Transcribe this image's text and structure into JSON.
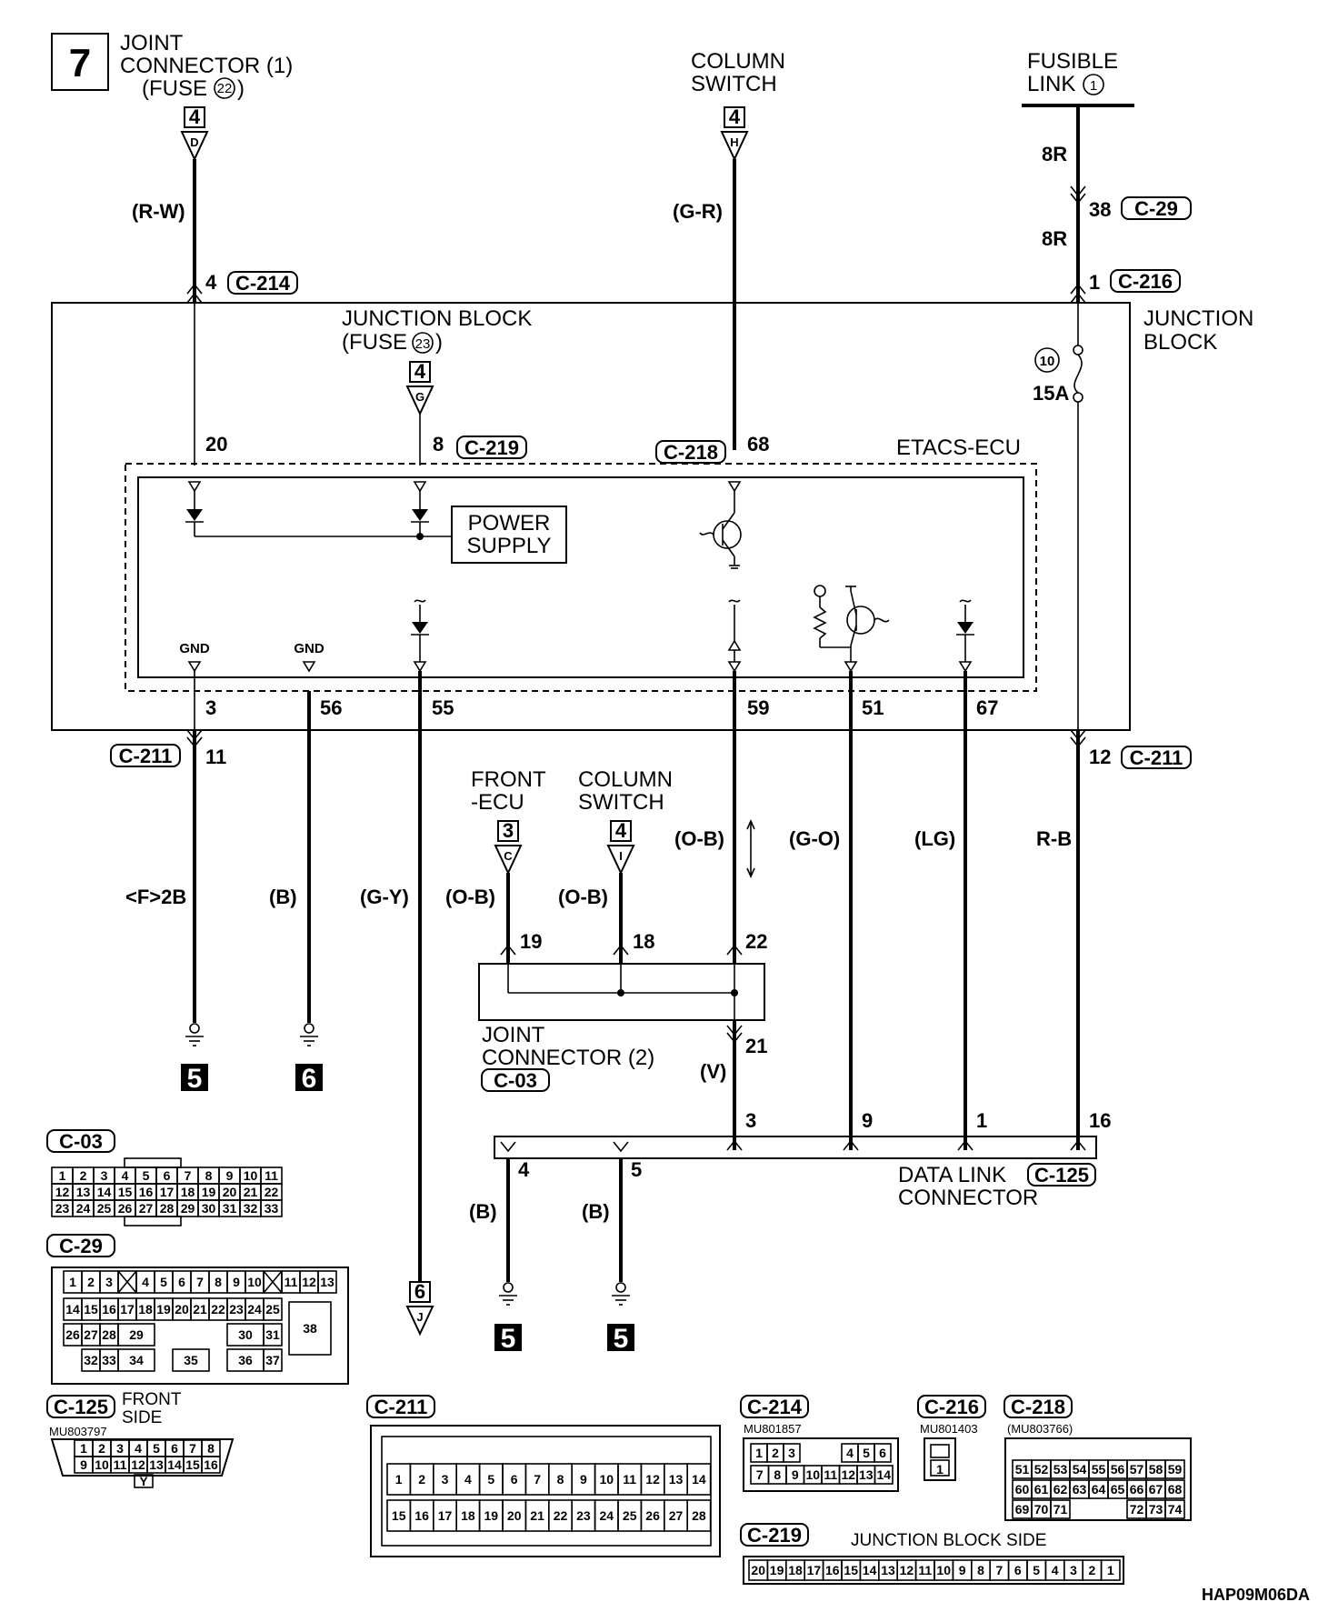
{
  "page_number": "7",
  "footer_code": "HAP09M06DA",
  "top": {
    "joint_connector_1": {
      "line1": "JOINT",
      "line2": "CONNECTOR (1)",
      "line3": "(FUSE",
      "fuse": "22",
      "close": ")",
      "ref": "4",
      "letter": "D"
    },
    "column_switch": {
      "line1": "COLUMN",
      "line2": "SWITCH",
      "ref": "4",
      "letter": "H"
    },
    "fusible_link": {
      "line1": "FUSIBLE",
      "line2": "LINK",
      "num": "1"
    }
  },
  "wires": {
    "rw": "(R-W)",
    "gr": "(G-R)",
    "r8a": "8R",
    "r8b": "8R",
    "f2b": "<F>2B",
    "b1": "(B)",
    "gy": "(G-Y)",
    "ob1": "(O-B)",
    "ob2": "(O-B)",
    "ob3": "(O-B)",
    "go": "(G-O)",
    "lg": "(LG)",
    "rb": "R-B",
    "v": "(V)",
    "b2": "(B)",
    "b3": "(B)"
  },
  "pins": {
    "p4": "4",
    "c214": "C-214",
    "p38": "38",
    "c29": "C-29",
    "p1": "1",
    "c216": "C-216",
    "p20": "20",
    "p8": "8",
    "c219": "C-219",
    "c218": "C-218",
    "p68": "68",
    "p3": "3",
    "p56": "56",
    "p55": "55",
    "p59": "59",
    "p51": "51",
    "p67": "67",
    "c211a": "C-211",
    "p11": "11",
    "p12": "12",
    "c211b": "C-211",
    "p19": "19",
    "p18": "18",
    "p22": "22",
    "p21": "21",
    "d3": "3",
    "d9": "9",
    "d1": "1",
    "d16": "16",
    "d4": "4",
    "d5": "5"
  },
  "junction_block": {
    "title1": "JUNCTION BLOCK",
    "title2": "(FUSE",
    "fuse": "23",
    "close": ")",
    "ref": "4",
    "letter": "G",
    "side1": "JUNCTION",
    "side2": "BLOCK",
    "fuse_num": "10",
    "fuse_amp": "15A"
  },
  "ecu": {
    "name": "ETACS-ECU",
    "power1": "POWER",
    "power2": "SUPPLY",
    "gnd1": "GND",
    "gnd2": "GND"
  },
  "lower": {
    "front_ecu": {
      "line1": "FRONT",
      "line2": "-ECU",
      "ref": "3",
      "letter": "C"
    },
    "column_switch2": {
      "line1": "COLUMN",
      "line2": "SWITCH",
      "ref": "4",
      "letter": "I"
    },
    "joint2": {
      "line1": "JOINT",
      "line2": "CONNECTOR (2)",
      "ref": "C-03"
    },
    "dlc": {
      "line1": "DATA LINK",
      "line2": "CONNECTOR",
      "ref": "C-125"
    },
    "grounds": {
      "g1": "5",
      "g2": "6",
      "g3": "5",
      "g4": "5"
    },
    "exit": {
      "ref": "6",
      "letter": "J"
    }
  },
  "connectors": {
    "c03": {
      "ref": "C-03",
      "rows": [
        [
          "1",
          "2",
          "3",
          "4",
          "5",
          "6",
          "7",
          "8",
          "9",
          "10",
          "11"
        ],
        [
          "12",
          "13",
          "14",
          "15",
          "16",
          "17",
          "18",
          "19",
          "20",
          "21",
          "22"
        ],
        [
          "23",
          "24",
          "25",
          "26",
          "27",
          "28",
          "29",
          "30",
          "31",
          "32",
          "33"
        ]
      ]
    },
    "c29": {
      "ref": "C-29",
      "row1a": [
        "1",
        "2",
        "3"
      ],
      "row1b": [
        "4",
        "5",
        "6",
        "7",
        "8",
        "9",
        "10"
      ],
      "row1c": [
        "11",
        "12",
        "13"
      ],
      "row2": [
        "14",
        "15",
        "16",
        "17",
        "18",
        "19",
        "20",
        "21",
        "22",
        "23",
        "24",
        "25"
      ],
      "row3": [
        "26",
        "27",
        "28"
      ],
      "p29": "29",
      "p30": "30",
      "p31": "31",
      "p38": "38",
      "row4": [
        "32",
        "33"
      ],
      "p34": "34",
      "p35": "35",
      "p36": "36",
      "p37": "37"
    },
    "c125": {
      "ref": "C-125",
      "side1": "FRONT",
      "side2": "SIDE",
      "part": "MU803797",
      "row1": [
        "1",
        "2",
        "3",
        "4",
        "5",
        "6",
        "7",
        "8"
      ],
      "row2": [
        "9",
        "10",
        "11",
        "12",
        "13",
        "14",
        "15",
        "16"
      ],
      "key": "Y"
    },
    "c211": {
      "ref": "C-211",
      "row1": [
        "1",
        "2",
        "3",
        "4",
        "5",
        "6",
        "7",
        "8",
        "9",
        "10",
        "11",
        "12",
        "13",
        "14"
      ],
      "row2": [
        "15",
        "16",
        "17",
        "18",
        "19",
        "20",
        "21",
        "22",
        "23",
        "24",
        "25",
        "26",
        "27",
        "28"
      ]
    },
    "c214": {
      "ref": "C-214",
      "part": "MU801857",
      "row1a": [
        "1",
        "2",
        "3"
      ],
      "row1b": [
        "4",
        "5",
        "6"
      ],
      "row2": [
        "7",
        "8",
        "9",
        "10",
        "11",
        "12",
        "13",
        "14"
      ]
    },
    "c216": {
      "ref": "C-216",
      "part": "MU801403",
      "pin": "1"
    },
    "c218": {
      "ref": "C-218",
      "part": "(MU803766)",
      "row1": [
        "51",
        "52",
        "53",
        "54",
        "55",
        "56",
        "57",
        "58",
        "59"
      ],
      "row2": [
        "60",
        "61",
        "62",
        "63",
        "64",
        "65",
        "66",
        "67",
        "68"
      ],
      "row3a": [
        "69",
        "70",
        "71"
      ],
      "row3b": [
        "72",
        "73",
        "74"
      ]
    },
    "c219": {
      "ref": "C-219",
      "side": "JUNCTION BLOCK SIDE",
      "row": [
        "20",
        "19",
        "18",
        "17",
        "16",
        "15",
        "14",
        "13",
        "12",
        "11",
        "10",
        "9",
        "8",
        "7",
        "6",
        "5",
        "4",
        "3",
        "2",
        "1"
      ]
    }
  }
}
